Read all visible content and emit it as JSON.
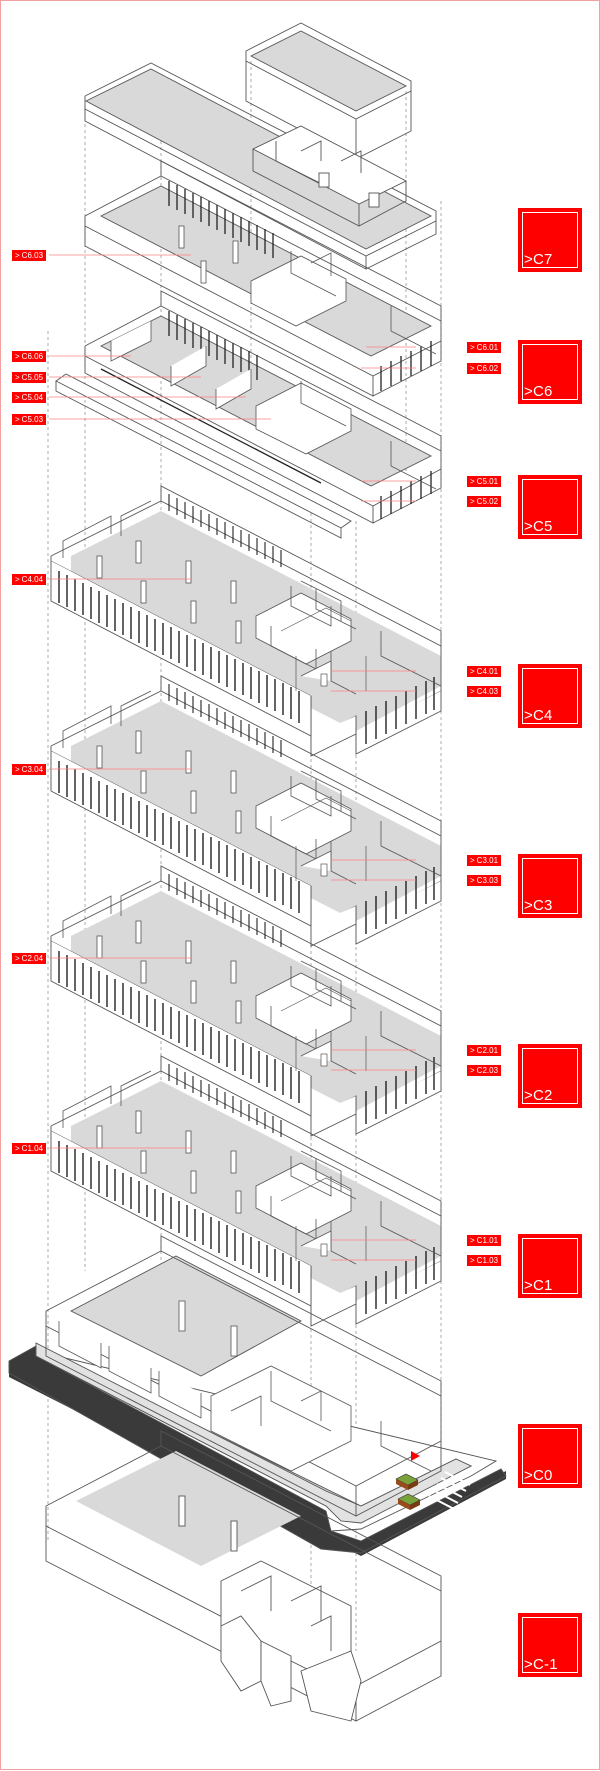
{
  "badge_prefix": ">",
  "levels": [
    {
      "id": "c7",
      "label": "C7"
    },
    {
      "id": "c6",
      "label": "C6"
    },
    {
      "id": "c5",
      "label": "C5"
    },
    {
      "id": "c4",
      "label": "C4"
    },
    {
      "id": "c3",
      "label": "C3"
    },
    {
      "id": "c2",
      "label": "C2"
    },
    {
      "id": "c1",
      "label": "C1"
    },
    {
      "id": "c0",
      "label": "C0"
    },
    {
      "id": "cm1",
      "label": "C-1"
    }
  ],
  "tags": {
    "c603": "C6.03",
    "c606": "C6.06",
    "c605": "C5.05",
    "c504": "C5.04",
    "c503": "C5.03",
    "c601": "C6.01",
    "c602": "C6.02",
    "c501": "C5.01",
    "c502": "C5.02",
    "c404": "C4.04",
    "c401": "C4.01",
    "c403": "C4.03",
    "c304": "C3.04",
    "c301": "C3.01",
    "c303": "C3.03",
    "c204": "C2.04",
    "c201": "C2.01",
    "c203": "C2.03",
    "c104": "C1.04",
    "c101": "C1.01",
    "c103": "C1.03"
  },
  "colors": {
    "accent": "#ff0000",
    "linework": "#555555",
    "floor_fill": "#d9d9d9",
    "road": "#333333",
    "leader": "#ff8080"
  }
}
